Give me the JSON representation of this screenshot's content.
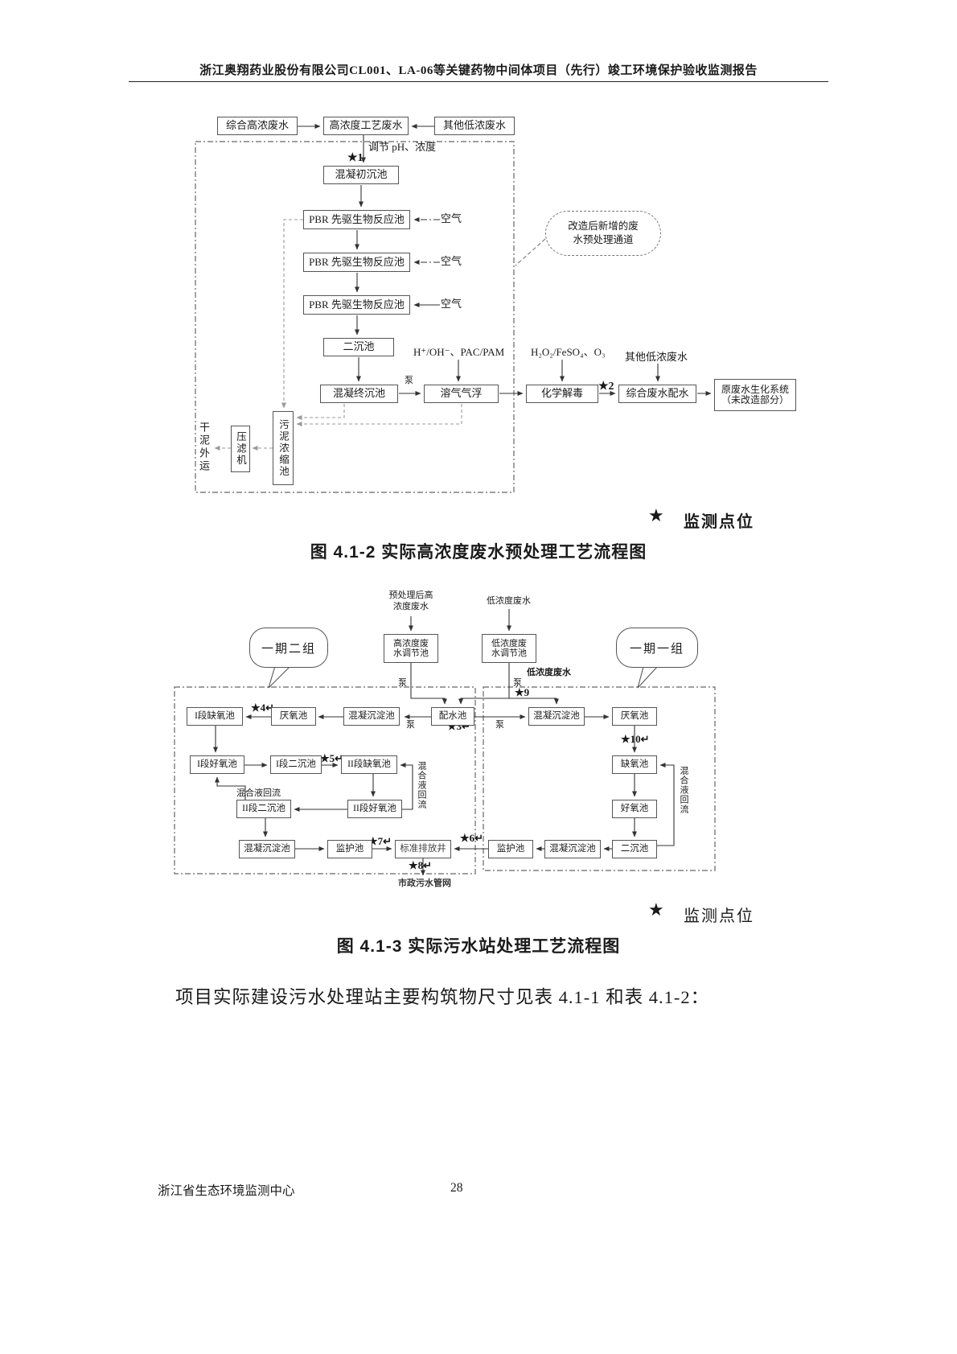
{
  "page": {
    "header": "浙江奥翔药业股份有限公司CL001、LA-06等关键药物中间体项目（先行）竣工环境保护验收监测报告",
    "para": "项目实际建设污水处理站主要构筑物尺寸见表 4.1-1 和表 4.1-2：",
    "footer_left": "浙江省生态环境监测中心",
    "footer_page": "28"
  },
  "d1": {
    "caption": "图 4.1-2 实际高浓度废水预处理工艺流程图",
    "legend_star": "★",
    "legend_text": "监测点位",
    "b": {
      "src_high": "综合高浓废水",
      "proc_waste": "高浓度工艺废水",
      "other_low_top": "其他低浓废水",
      "primary_sed": "混凝初沉池",
      "pbr1": "PBR 先驱生物反应池",
      "pbr2": "PBR 先驱生物反应池",
      "pbr3": "PBR 先驱生物反应池",
      "secondary_sed": "二沉池",
      "final_sed": "混凝终沉池",
      "daf": "溶气气浮",
      "chem": "化学解毒",
      "dist": "综合废水配水",
      "bio1": "原废水生化系统",
      "bio2": "（未改造部分）",
      "sludge": "污泥浓缩池",
      "press": "压滤机"
    },
    "l": {
      "adjust": "调节 pH、浓度",
      "star1": "★1",
      "air1": "空气",
      "air2": "空气",
      "air3": "空气",
      "chem_add": "H⁺/OH⁻、PAC/PAM",
      "pump": "泵",
      "oxidant": "H₂O₂/FeSO₄、O₃",
      "star2": "★2",
      "other_low_mid": "其他低浓废水",
      "dry_sludge": "干泥外运",
      "cloud1": "改造后新增的废",
      "cloud2": "水预处理通道"
    }
  },
  "d2": {
    "caption": "图 4.1-3 实际污水站处理工艺流程图",
    "legend_star": "★",
    "legend_text": "监测点位",
    "top": {
      "pre1": "预处理后高",
      "pre2": "浓度废水",
      "low_in": "低浓度废水",
      "ht1": "高浓度废",
      "ht2": "水调节池",
      "lt1": "低浓度废",
      "lt2": "水调节池",
      "bubbleL": "一期二组",
      "bubbleR": "一期一组",
      "low_mid": "低浓度废水"
    },
    "pumps": {
      "p1": "泵",
      "p2": "泵",
      "p3": "泵",
      "p4": "泵"
    },
    "stars": {
      "s3": "★3↵",
      "s4": "★4↵",
      "s5": "★5↵",
      "s6": "★6↵",
      "s7": "★7↵",
      "s8": "★8↵",
      "s9": "★9",
      "s10": "★10↵"
    },
    "L": {
      "anox1": "I段缺氧池",
      "anaer": "厌氧池",
      "coag1": "混凝沉淀池",
      "dist": "配水池",
      "aer1": "I段好氧池",
      "sed1": "I段二沉池",
      "anox2": "II段缺氧池",
      "recycle_v": "混合液回流",
      "recycle_h": "混合液回流",
      "sed2": "II段二沉池",
      "aer2": "II段好氧池",
      "coag2": "混凝沉淀池",
      "guard": "监护池",
      "outfall": "标准排放井"
    },
    "R": {
      "coag1": "混凝沉淀池",
      "anaer": "厌氧池",
      "anox": "缺氧池",
      "aer": "好氧池",
      "recycle_v": "混合液回流",
      "guard": "监护池",
      "coag2": "混凝沉淀池",
      "sed": "二沉池"
    },
    "sewer": "市政污水管网"
  }
}
